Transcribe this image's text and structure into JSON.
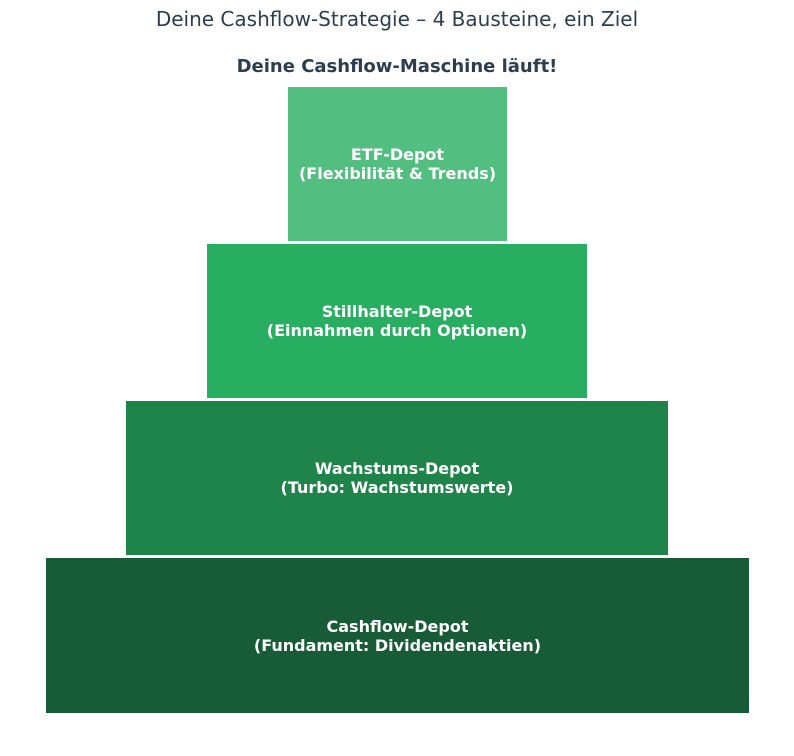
{
  "title": "Deine Cashflow-Strategie – 4 Bausteine, ein Ziel",
  "subtitle": "Deine Cashflow-Maschine läuft!",
  "levels": [
    {
      "name": "ETF-Depot",
      "desc": "(Flexibilität & Trends)",
      "color": "#52be80"
    },
    {
      "name": "Stillhalter-Depot",
      "desc": "(Einnahmen durch Optionen)",
      "color": "#27ae60"
    },
    {
      "name": "Wachstums-Depot",
      "desc": "(Turbo: Wachstumswerte)",
      "color": "#1e8449"
    },
    {
      "name": "Cashflow-Depot",
      "desc": "(Fundament: Dividendenaktien)",
      "color": "#175c36"
    }
  ]
}
